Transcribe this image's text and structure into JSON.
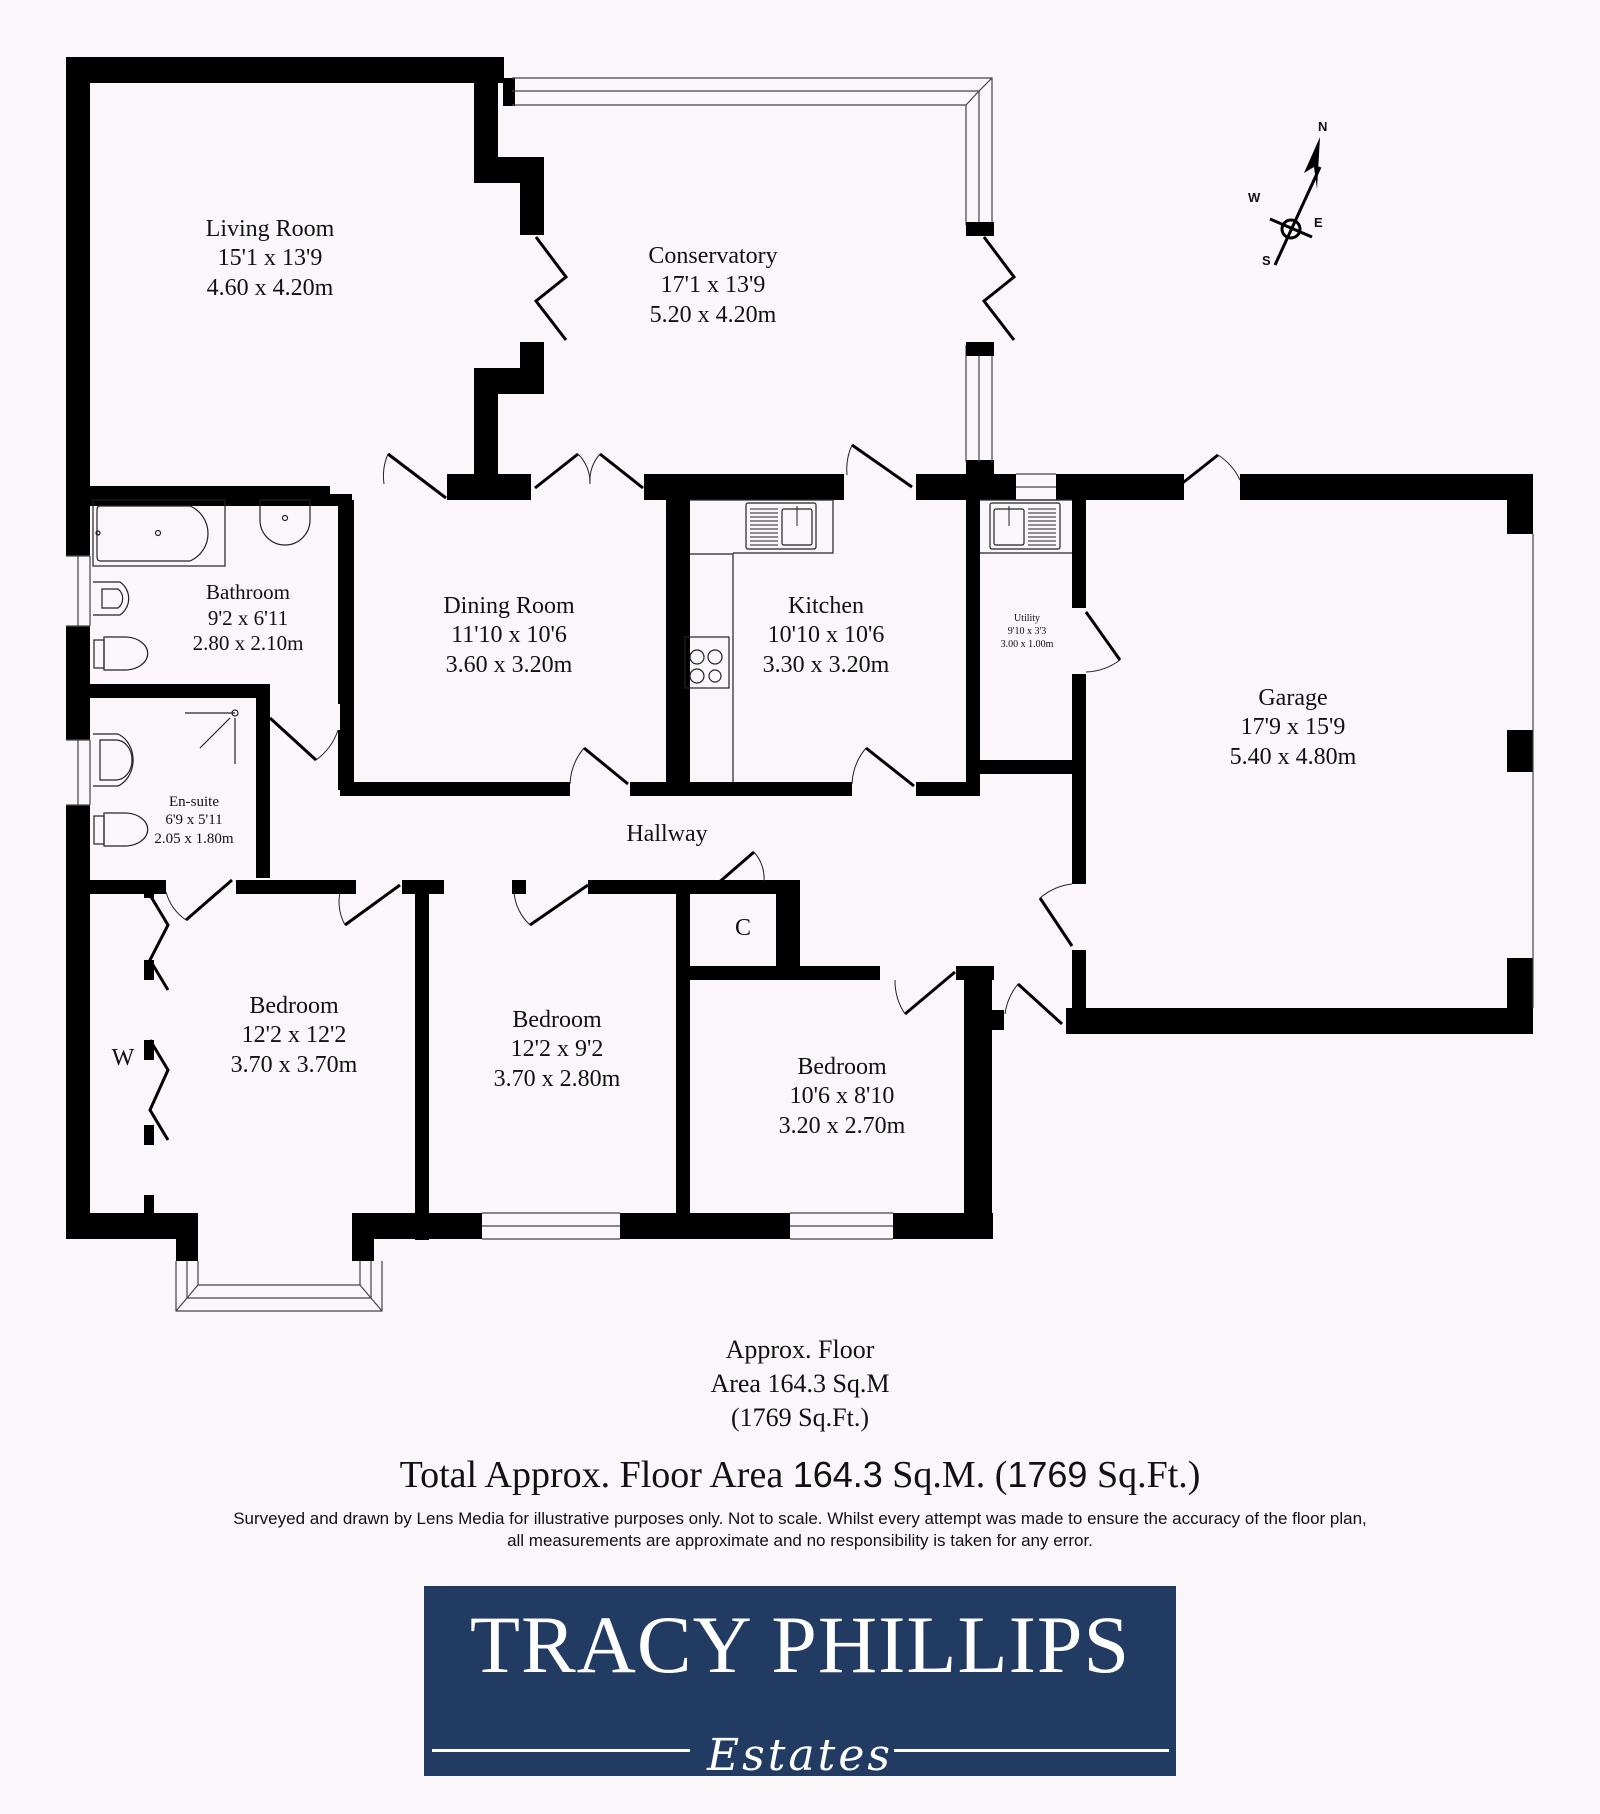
{
  "colors": {
    "background": "#fbf6f9",
    "wall": "#000000",
    "text": "#111111",
    "logo_bg": "#223b63",
    "logo_text": "#ffffff"
  },
  "compass": {
    "north": "N",
    "south": "S",
    "east": "E",
    "west": "W",
    "icon": "compass-north-arrow-icon"
  },
  "rooms": {
    "living_room": {
      "name": "Living Room",
      "imperial": "15'1 x 13'9",
      "metric": "4.60 x 4.20m"
    },
    "conservatory": {
      "name": "Conservatory",
      "imperial": "17'1 x 13'9",
      "metric": "5.20 x 4.20m"
    },
    "bathroom": {
      "name": "Bathroom",
      "imperial": "9'2 x 6'11",
      "metric": "2.80 x 2.10m"
    },
    "dining_room": {
      "name": "Dining Room",
      "imperial": "11'10 x 10'6",
      "metric": "3.60 x 3.20m"
    },
    "kitchen": {
      "name": "Kitchen",
      "imperial": "10'10 x 10'6",
      "metric": "3.30 x 3.20m"
    },
    "utility": {
      "name": "Utility",
      "imperial": "9'10 x 3'3",
      "metric": "3.00 x 1.00m"
    },
    "garage": {
      "name": "Garage",
      "imperial": "17'9 x 15'9",
      "metric": "5.40 x 4.80m"
    },
    "en_suite": {
      "name": "En-suite",
      "imperial": "6'9 x 5'11",
      "metric": "2.05 x 1.80m"
    },
    "hallway": {
      "name": "Hallway"
    },
    "bedroom_1": {
      "name": "Bedroom",
      "imperial": "12'2 x 12'2",
      "metric": "3.70 x 3.70m"
    },
    "bedroom_2": {
      "name": "Bedroom",
      "imperial": "12'2 x 9'2",
      "metric": "3.70 x 2.80m"
    },
    "bedroom_3": {
      "name": "Bedroom",
      "imperial": "10'6 x 8'10",
      "metric": "3.20 x 2.70m"
    }
  },
  "markers": {
    "cupboard": "C",
    "wardrobe": "W"
  },
  "floor_area": {
    "line1": "Approx. Floor",
    "line2": "Area 164.3 Sq.M",
    "line3": "(1769 Sq.Ft.)"
  },
  "total_area": {
    "prefix": "Total Approx. Floor Area ",
    "sqm": "164.3",
    "sqm_unit": " Sq.M. (",
    "sqft": "1769",
    "sqft_unit": " Sq.Ft.)"
  },
  "disclaimer": {
    "line1": "Surveyed and drawn by Lens Media for illustrative purposes only. Not to scale. Whilst every attempt was made to ensure the accuracy of the floor plan,",
    "line2": "all measurements are approximate and no responsibility is taken for any error."
  },
  "logo": {
    "brand": "TRACY PHILLIPS",
    "sub": "Estates"
  }
}
